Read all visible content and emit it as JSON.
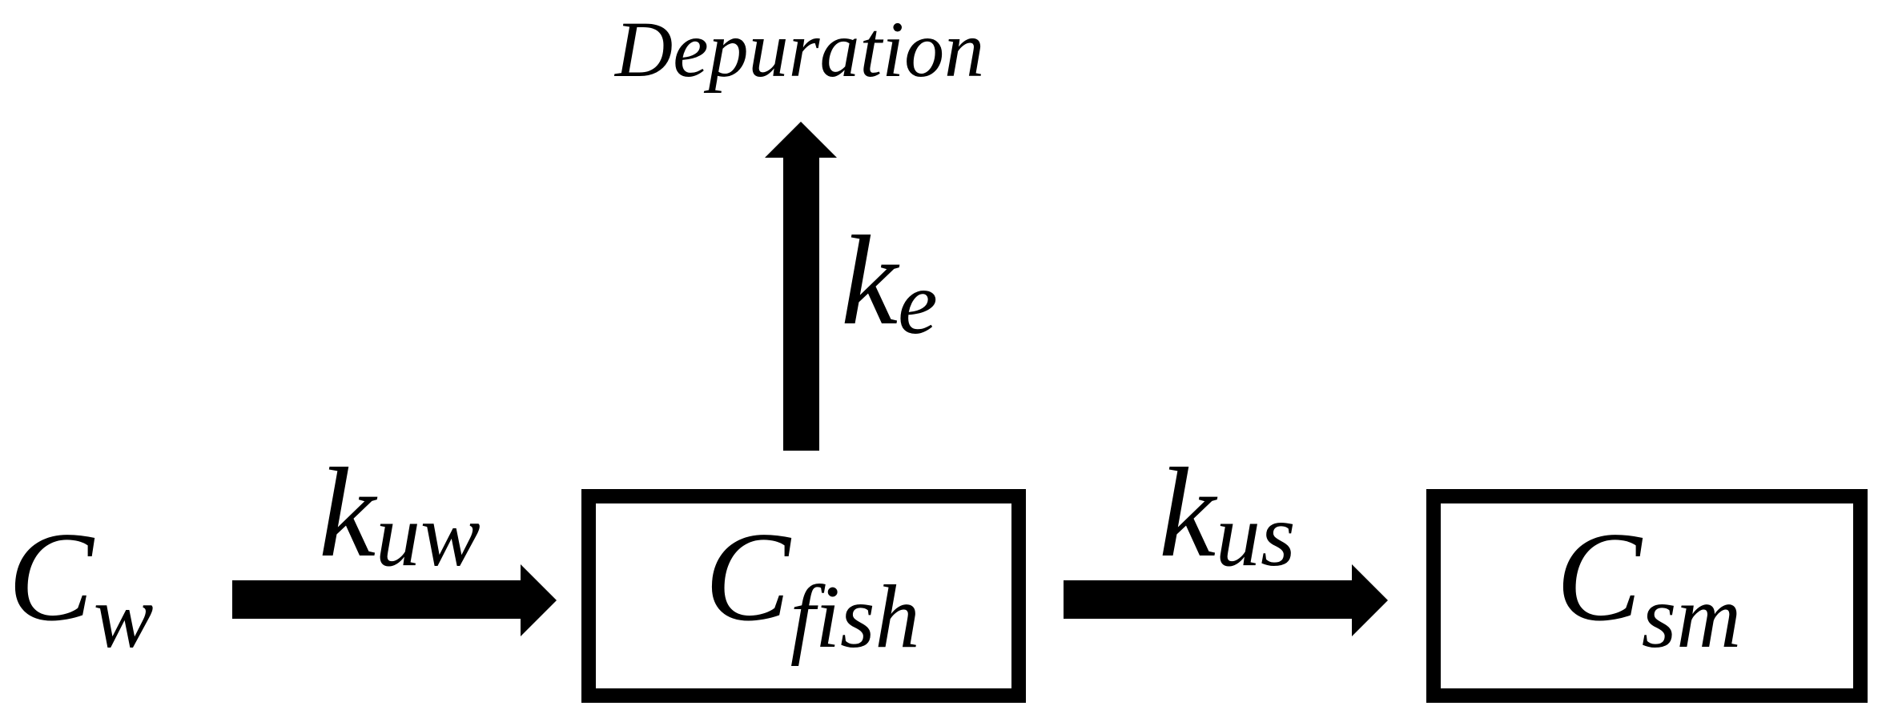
{
  "depuration": "Depuration",
  "ke": {
    "main": "k",
    "sub": "e"
  },
  "kuw": {
    "main": "k",
    "sub": "uw"
  },
  "kus": {
    "main": "k",
    "sub": "us"
  },
  "cw": {
    "main": "C",
    "sub": "w"
  },
  "cfish": {
    "main": "C",
    "sub": "fish"
  },
  "csm": {
    "main": "C",
    "sub": "sm"
  },
  "colors": {
    "ink": "#000000",
    "background": "#ffffff"
  }
}
